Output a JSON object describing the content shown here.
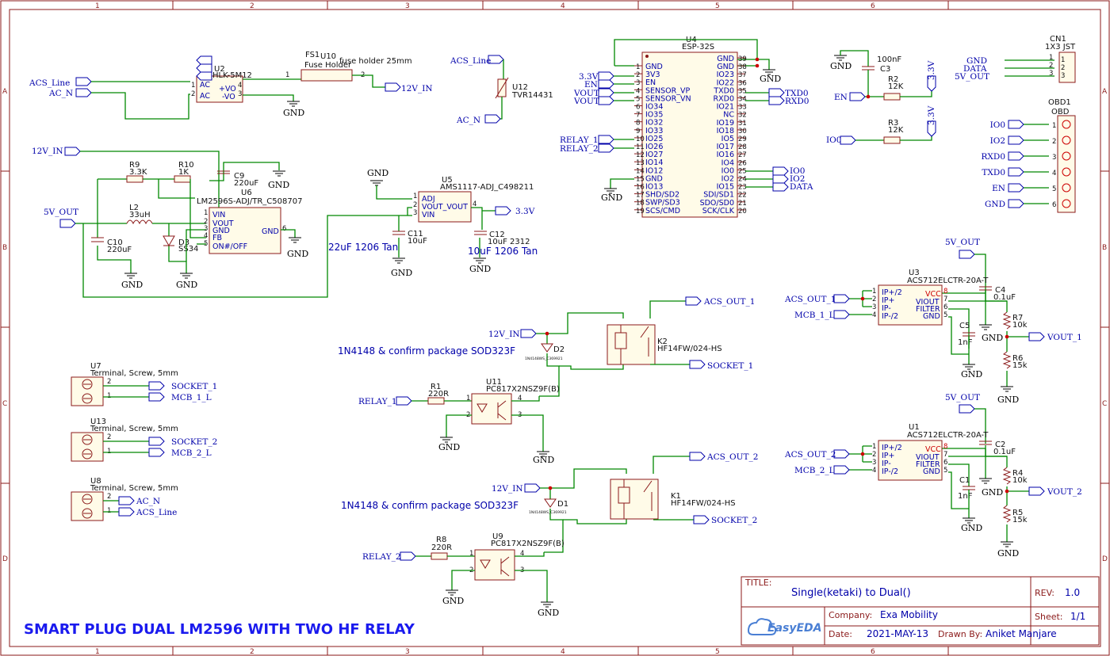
{
  "grid": {
    "columns": [
      "1",
      "2",
      "3",
      "4",
      "5",
      "6"
    ],
    "rows": [
      "A",
      "B",
      "C",
      "D"
    ]
  },
  "title_block": {
    "title_label": "TITLE:",
    "title": "Single(ketaki) to Dual()",
    "rev_label": "REV:",
    "rev": "1.0",
    "company_label": "Company:",
    "company": "Exa Mobility",
    "sheet_label": "Sheet:",
    "sheet": "1/1",
    "date_label": "Date:",
    "date": "2021-MAY-13",
    "drawn_label": "Drawn By:",
    "drawn_by": "Aniket Manjare",
    "logo_text": "EasyEDA"
  },
  "main_title": "SMART PLUG DUAL LM2596 WITH TWO HF RELAY",
  "notes": {
    "c11_pkg": "22uF 1206 Tan",
    "c12_pkg": "10uF 1206 Tan",
    "d2_note": "1N4148 & confirm package SOD323F",
    "d1_note": "1N4148 & confirm package SOD323F"
  },
  "gnd": "GND",
  "nets": {
    "acs_line": "ACS_Line",
    "ac_n": "AC_N",
    "v12_in": "12V_IN",
    "v5_out": "5V_OUT",
    "v3_3": "3.3V",
    "en": "EN",
    "vout": "VOUT",
    "relay_1": "RELAY_1",
    "relay_2": "RELAY_2",
    "txd0": "TXD0",
    "rxd0": "RXD0",
    "io0": "IO0",
    "io2": "IO2",
    "data": "DATA",
    "socket_1": "SOCKET_1",
    "socket_2": "SOCKET_2",
    "mcb_1_l": "MCB_1_L",
    "mcb_2_l": "MCB_2_L",
    "acs_out_1": "ACS_OUT_1",
    "acs_out_2": "ACS_OUT_2",
    "vout_1": "VOUT_1",
    "vout_2": "VOUT_2"
  },
  "components": {
    "u2": {
      "ref": "U2",
      "value": "HLK-5M12",
      "pins": [
        "AC",
        "AC",
        "+VO",
        "-VO"
      ]
    },
    "fs1": {
      "ref": "FS1",
      "u": "U10",
      "value": "Fuse Holder",
      "extra": "fuse holder 25mm"
    },
    "u12": {
      "ref": "U12",
      "value": "TVR14431"
    },
    "r9": {
      "ref": "R9",
      "value": "3.3K"
    },
    "r10": {
      "ref": "R10",
      "value": "1K"
    },
    "c9": {
      "ref": "C9",
      "value": "220uF"
    },
    "l2": {
      "ref": "L2",
      "value": "33uH"
    },
    "c10": {
      "ref": "C10",
      "value": "220uF"
    },
    "d3": {
      "ref": "D3",
      "value": "SS34"
    },
    "u6": {
      "ref": "U6",
      "value": "LM2596S-ADJ/TR_C508707",
      "pins": [
        "VIN",
        "VOUT",
        "GND",
        "FB",
        "ON#/OFF",
        "GND"
      ]
    },
    "u5": {
      "ref": "U5",
      "value": "AMS1117-ADJ_C498211",
      "pins": [
        "ADJ",
        "VOUT_VOUT",
        "VIN"
      ]
    },
    "c11": {
      "ref": "C11",
      "value": "10uF"
    },
    "c12": {
      "ref": "C12",
      "value": "10uF 2312"
    },
    "u4": {
      "ref": "U4",
      "value": "ESP-32S",
      "left_pins": [
        "GND",
        "3V3",
        "EN",
        "SENSOR_VP",
        "SENSOR_VN",
        "IO34",
        "IO35",
        "IO32",
        "IO33",
        "IO25",
        "IO26",
        "IO27",
        "IO14",
        "IO12",
        "GND",
        "IO13",
        "SHD/SD2",
        "SWP/SD3",
        "SCS/CMD"
      ],
      "right_pins": [
        "GND",
        "GND",
        "IO23",
        "IO22",
        "TXD0",
        "RXD0",
        "IO21",
        "NC",
        "IO19",
        "IO18",
        "IO5",
        "IO17",
        "IO16",
        "IO4",
        "IO0",
        "IO2",
        "IO15",
        "SDI/SD1",
        "SDO/SD0",
        "SCK/CLK"
      ],
      "right_nums": [
        "39",
        "38",
        "37",
        "36",
        "35",
        "34",
        "33",
        "32",
        "31",
        "30",
        "29",
        "28",
        "27",
        "26",
        "25",
        "24",
        "23",
        "22",
        "21",
        "20"
      ]
    },
    "c3": {
      "ref": "C3",
      "value": "100nF"
    },
    "r2": {
      "ref": "R2",
      "value": "12K"
    },
    "r3": {
      "ref": "R3",
      "value": "12K"
    },
    "cn1": {
      "ref": "CN1",
      "value": "1X3 JST",
      "nets": [
        "GND",
        "DATA",
        "5V_OUT"
      ]
    },
    "obd1": {
      "ref": "OBD1",
      "value": "OBD",
      "nets": [
        "IO0",
        "IO2",
        "RXD0",
        "TXD0",
        "EN",
        "GND"
      ]
    },
    "u3": {
      "ref": "U3",
      "value": "ACS712ELCTR-20A-T",
      "left": [
        "IP+/2",
        "IP+",
        "IP-",
        "IP-/2"
      ],
      "right": [
        "VCC",
        "VIOUT",
        "FILTER",
        "GND"
      ]
    },
    "c4": {
      "ref": "C4",
      "value": "0.1uF"
    },
    "c5": {
      "ref": "C5",
      "value": "1nF"
    },
    "r7": {
      "ref": "R7",
      "value": "10k"
    },
    "r6": {
      "ref": "R6",
      "value": "15k"
    },
    "u1": {
      "ref": "U1",
      "value": "ACS712ELCTR-20A-T",
      "left": [
        "IP+/2",
        "IP+",
        "IP-",
        "IP-/2"
      ],
      "right": [
        "VCC",
        "VIOUT",
        "FILTER",
        "GND"
      ]
    },
    "c2": {
      "ref": "C2",
      "value": "0.1uF"
    },
    "c1": {
      "ref": "C1",
      "value": "1nF"
    },
    "r4": {
      "ref": "R4",
      "value": "10k"
    },
    "r5": {
      "ref": "R5",
      "value": "15k"
    },
    "k2": {
      "ref": "K2",
      "value": "HF14FW/024-HS"
    },
    "k1": {
      "ref": "K1",
      "value": "HF14FW/024-HS"
    },
    "d2": {
      "ref": "D2",
      "value": "1N4148WS_C369921"
    },
    "d1": {
      "ref": "D1",
      "value": "1N4148WS_C369921"
    },
    "r1": {
      "ref": "R1",
      "value": "220R"
    },
    "r8": {
      "ref": "R8",
      "value": "220R"
    },
    "u11": {
      "ref": "U11",
      "value": "PC817X2NSZ9F(B)"
    },
    "u9": {
      "ref": "U9",
      "value": "PC817X2NSZ9F(B)"
    },
    "u7": {
      "ref": "U7",
      "value": "Terminal, Screw, 5mm"
    },
    "u13": {
      "ref": "U13",
      "value": "Terminal, Screw, 5mm"
    },
    "u8": {
      "ref": "U8",
      "value": "Terminal, Screw, 5mm"
    }
  }
}
